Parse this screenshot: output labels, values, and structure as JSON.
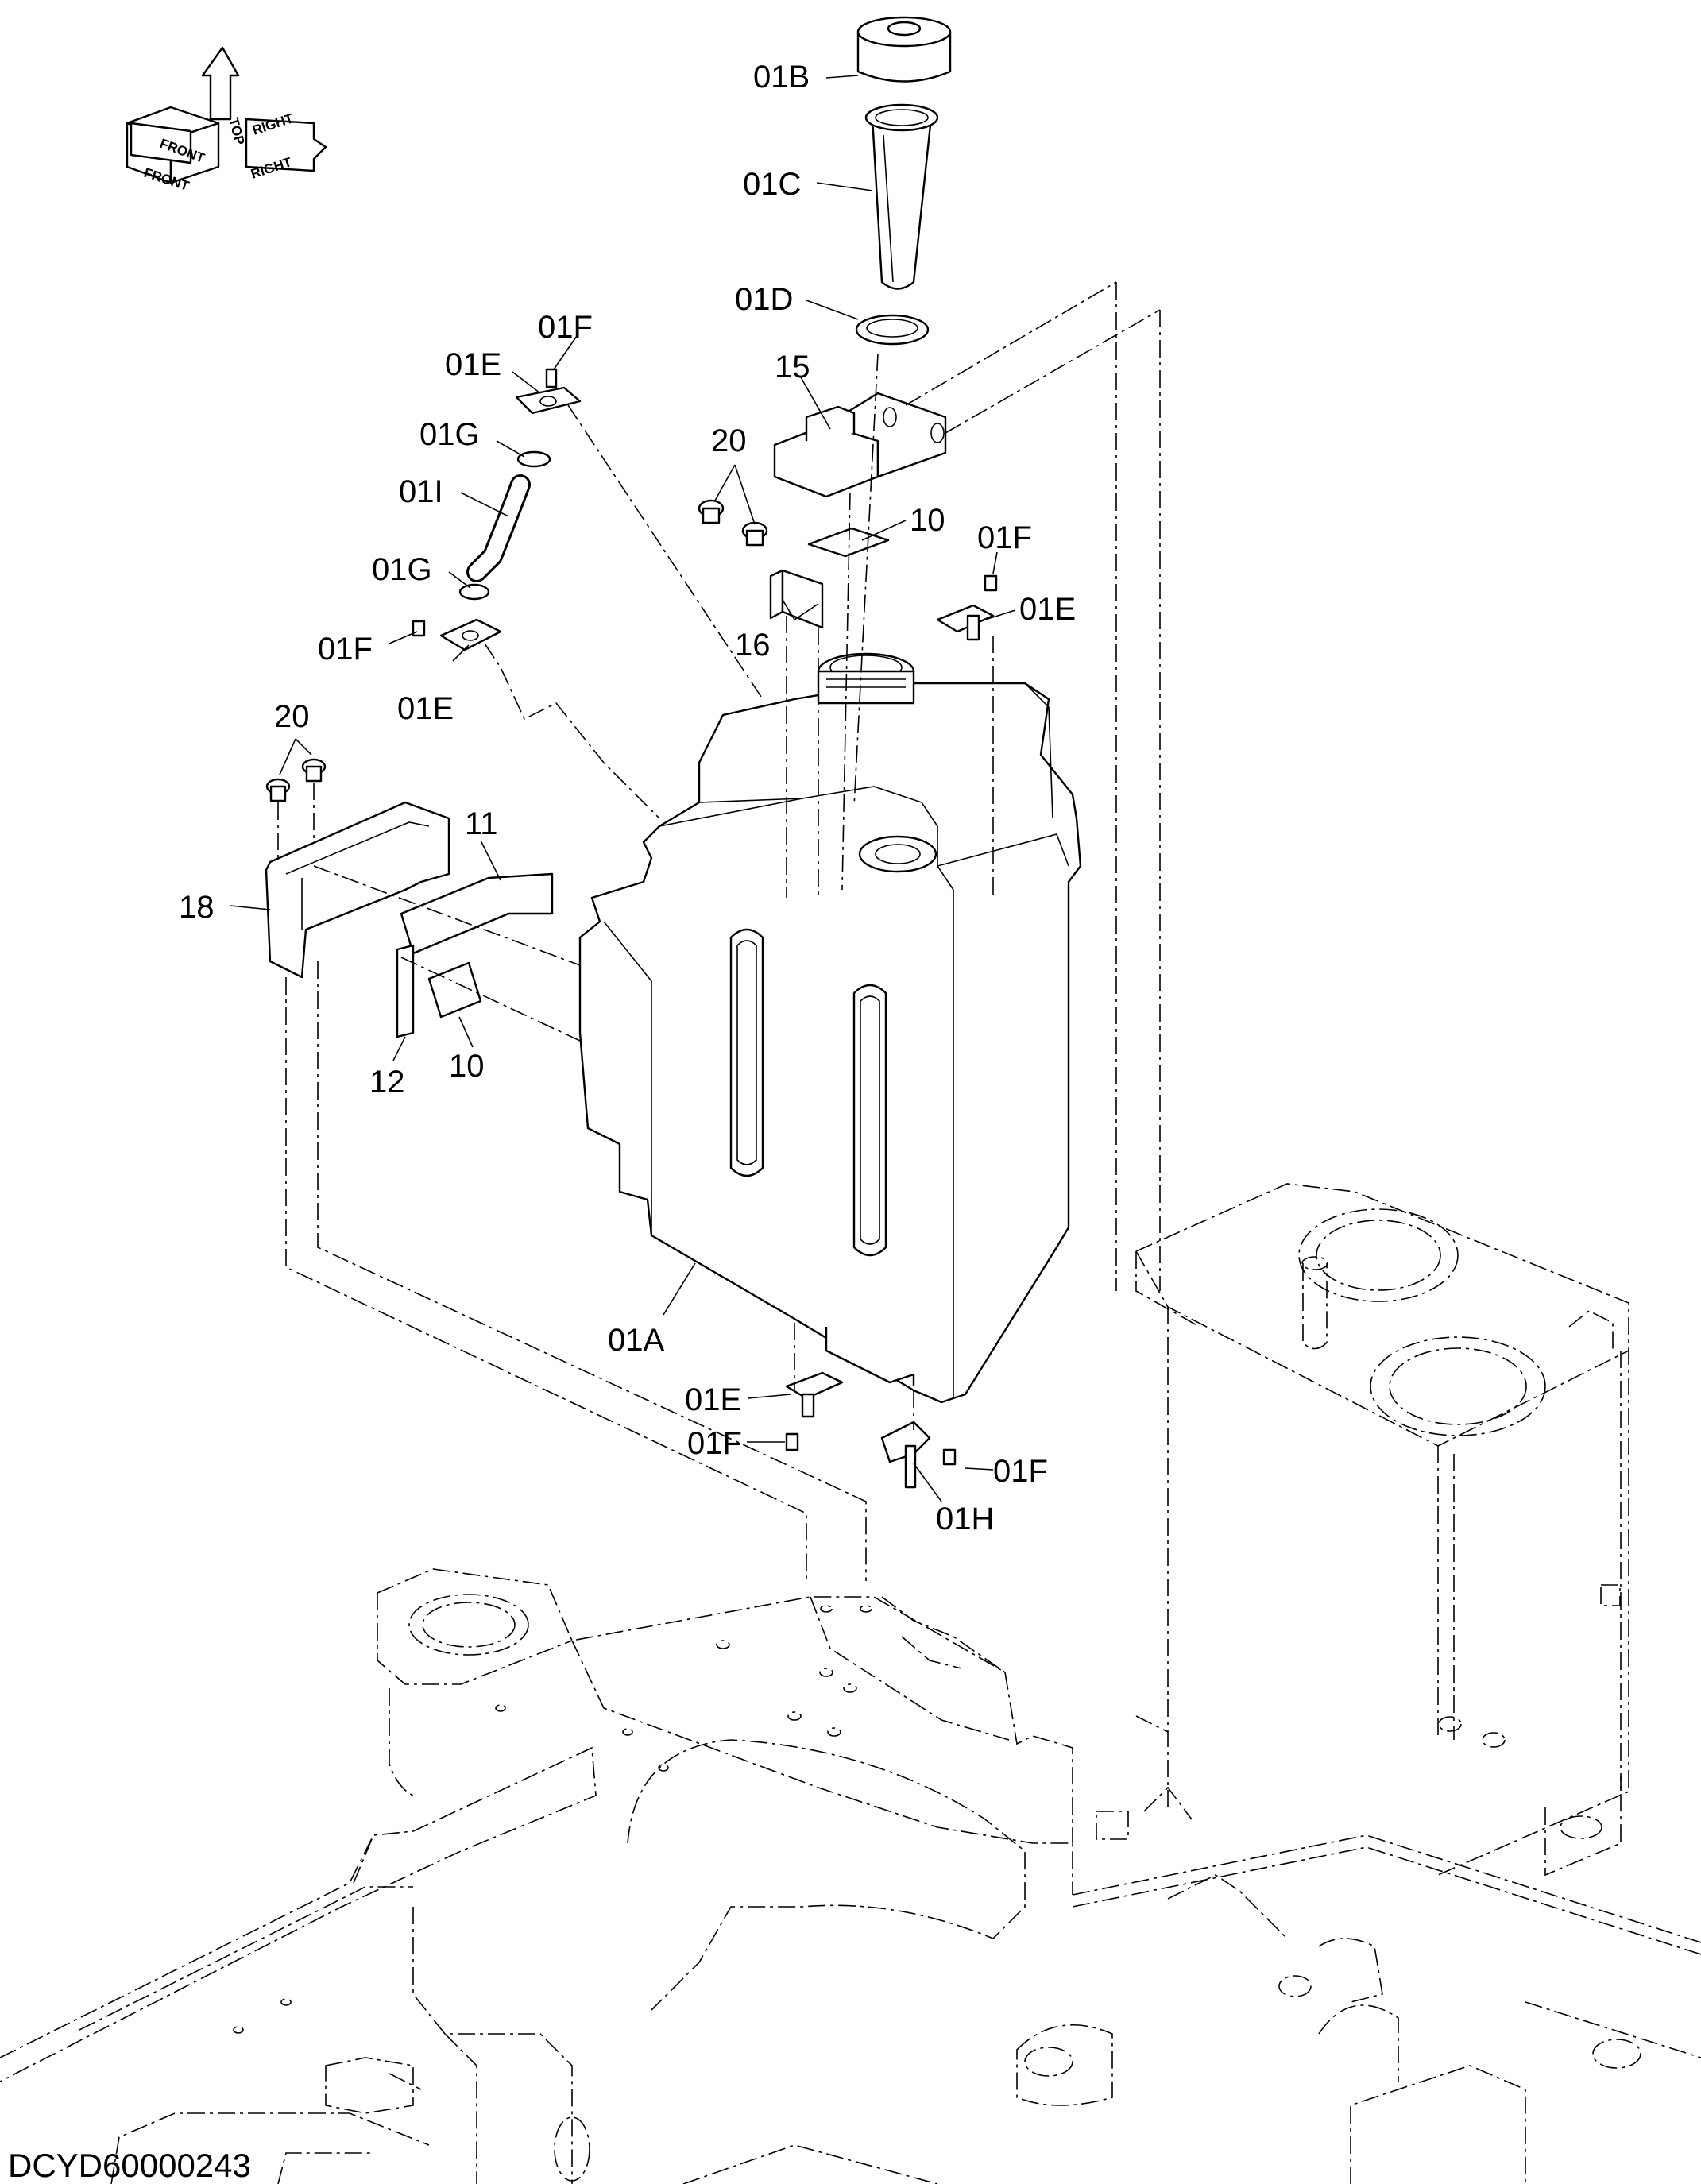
{
  "drawing_id": "DCYD60000243",
  "orientation": {
    "front_mirror": "FRONT",
    "front": "FRONT",
    "top": "TOP",
    "right_mirror": "RIGHT",
    "right": "RIGHT"
  },
  "callouts": [
    {
      "id": "01B",
      "label": "01B"
    },
    {
      "id": "01C",
      "label": "01C"
    },
    {
      "id": "01D",
      "label": "01D"
    },
    {
      "id": "01F-top",
      "label": "01F"
    },
    {
      "id": "01E-top",
      "label": "01E"
    },
    {
      "id": "15",
      "label": "15"
    },
    {
      "id": "01G-upper",
      "label": "01G"
    },
    {
      "id": "20-upper",
      "label": "20"
    },
    {
      "id": "01I",
      "label": "01I"
    },
    {
      "id": "10-upper",
      "label": "10"
    },
    {
      "id": "01F-right",
      "label": "01F"
    },
    {
      "id": "01G-lower",
      "label": "01G"
    },
    {
      "id": "01E-right",
      "label": "01E"
    },
    {
      "id": "16",
      "label": "16"
    },
    {
      "id": "01F-left",
      "label": "01F"
    },
    {
      "id": "01E-left",
      "label": "01E"
    },
    {
      "id": "20-left",
      "label": "20"
    },
    {
      "id": "11",
      "label": "11"
    },
    {
      "id": "18",
      "label": "18"
    },
    {
      "id": "12",
      "label": "12"
    },
    {
      "id": "10-lower",
      "label": "10"
    },
    {
      "id": "01A",
      "label": "01A"
    },
    {
      "id": "01E-bottom",
      "label": "01E"
    },
    {
      "id": "01F-bottom",
      "label": "01F"
    },
    {
      "id": "01F-bottom-right",
      "label": "01F"
    },
    {
      "id": "01H",
      "label": "01H"
    }
  ]
}
